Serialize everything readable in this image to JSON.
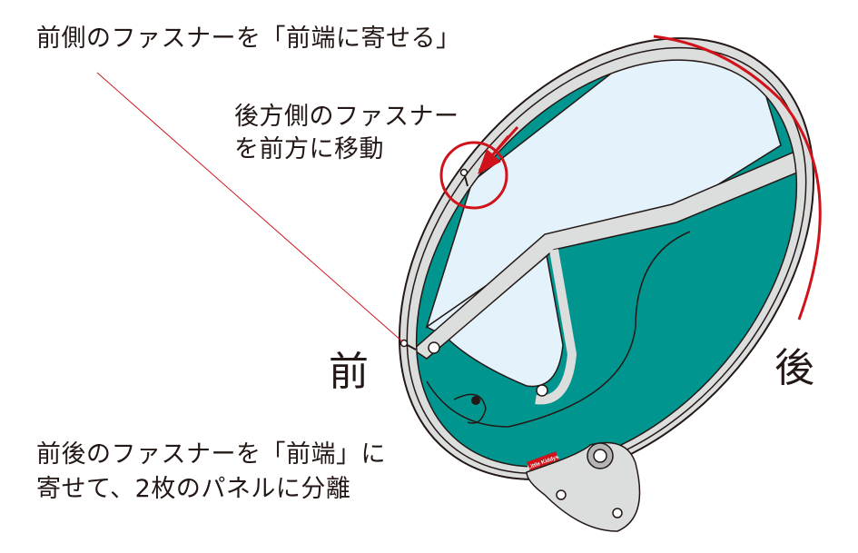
{
  "labels": {
    "front_zip_note": "前側のファスナーを「前端に寄せる」",
    "rear_zip_line1": "後方側のファスナー",
    "rear_zip_line2": "を前方に移動",
    "front_side": "前",
    "rear_side": "後",
    "separate_line1": "前後のファスナーを「前端」に",
    "separate_line2": "寄せて、2枚のパネルに分離"
  },
  "logo_tag": "Little Kiddys",
  "colors": {
    "teal": "#00958f",
    "frame": "#dcdddd",
    "window": "#e3f2fb",
    "accent_red": "#d0121b",
    "outline": "#231815"
  }
}
